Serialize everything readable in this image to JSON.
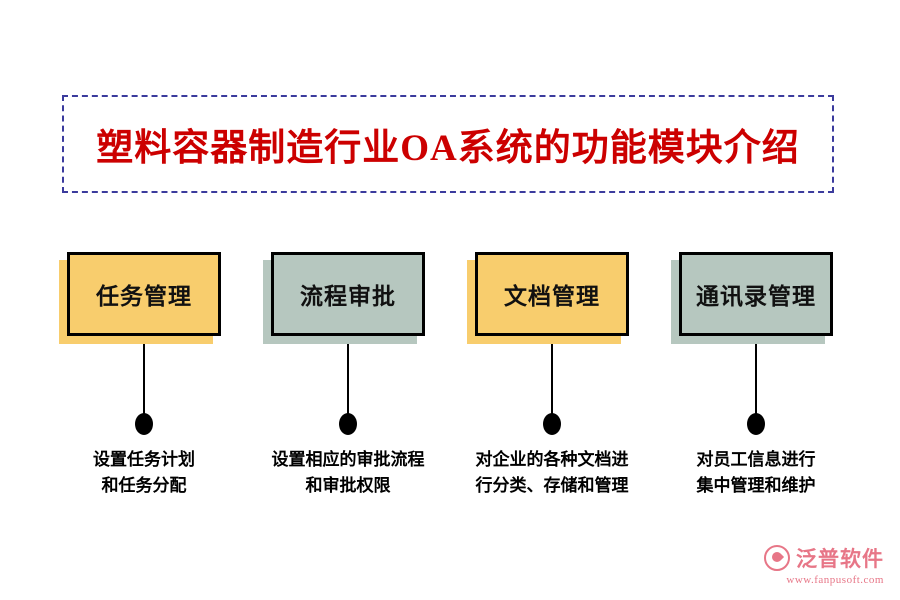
{
  "title": {
    "text": "塑料容器制造行业OA系统的功能模块介绍",
    "color": "#cc0000",
    "border_color": "#3b3b9d"
  },
  "modules": [
    {
      "label": "任务管理",
      "fill": "#f8cd6d",
      "desc1": "设置任务计划",
      "desc2": "和任务分配"
    },
    {
      "label": "流程审批",
      "fill": "#b6c7bf",
      "desc1": "设置相应的审批流程",
      "desc2": "和审批权限"
    },
    {
      "label": "文档管理",
      "fill": "#f8cd6d",
      "desc1": "对企业的各种文档进",
      "desc2": "行分类、存储和管理"
    },
    {
      "label": "通讯录管理",
      "fill": "#b6c7bf",
      "desc1": "对员工信息进行",
      "desc2": "集中管理和维护"
    }
  ],
  "footer": {
    "brand": "泛普软件",
    "website": "www.fanpusoft.com",
    "color": "#e77687"
  }
}
